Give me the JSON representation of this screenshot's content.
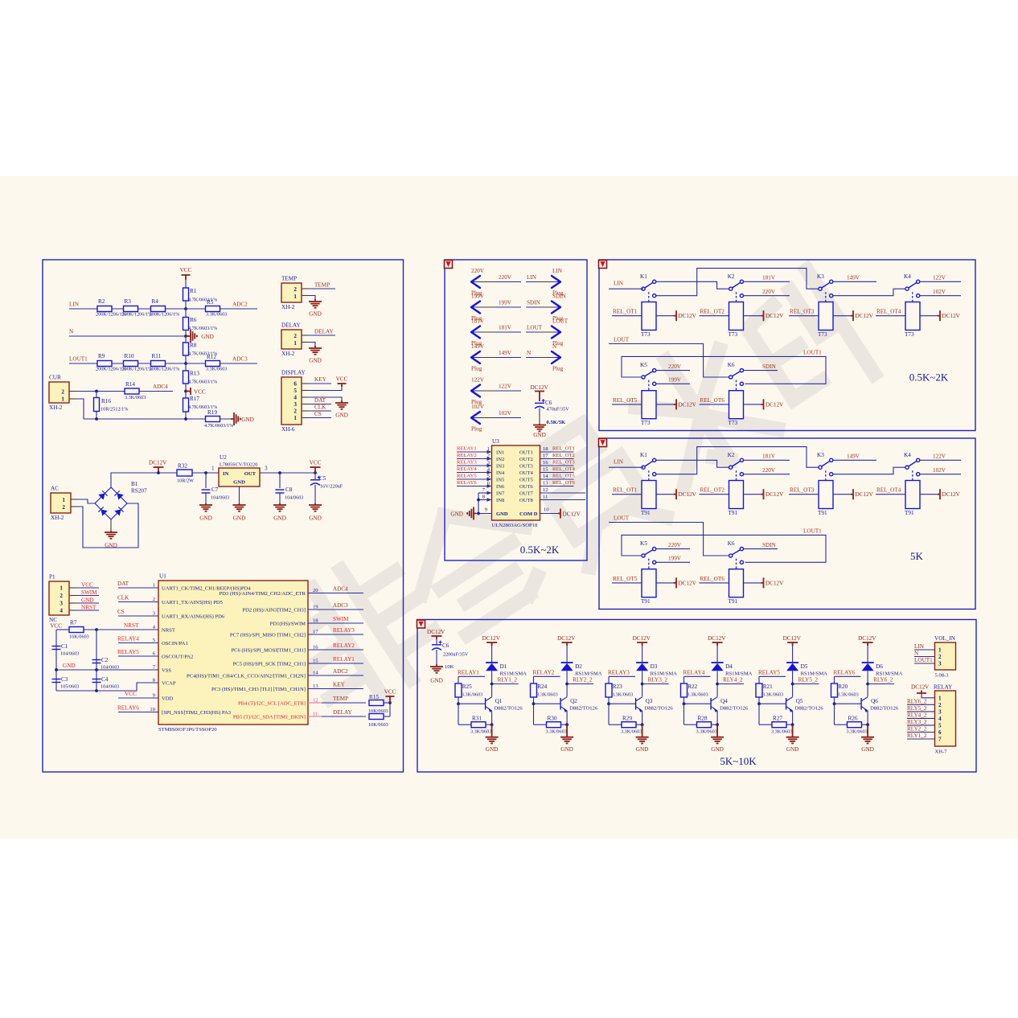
{
  "watermark": {
    "text": "非会员水印"
  },
  "shared": {
    "gnd": "GND",
    "vcc": "VCC",
    "dc12v": "DC12V",
    "plug": "Plug"
  },
  "main": {
    "ladder": {
      "r1": {
        "ref": "R1",
        "val": "4.7K/0603/1%"
      },
      "rows": [
        {
          "net": "LIN",
          "r_names": [
            "R2",
            "R3",
            "R4"
          ],
          "r_vals": [
            "200K/1206/1%",
            "200K/1206/1%",
            "200K/1206/1%"
          ],
          "out_ref": "R5",
          "out_val": "3.3K/0603",
          "out_net": "ADC2"
        },
        {
          "net": "N"
        },
        {
          "net": "LOUT1",
          "r_names": [
            "R9",
            "R10",
            "R11"
          ],
          "r_vals": [
            "200K/1206/1%",
            "200K/1206/1%",
            "200K/1206/1%"
          ],
          "out_ref": "R12",
          "out_val": "3.3K/0603",
          "out_net": "ADC3"
        }
      ],
      "vres": [
        {
          "ref": "R6",
          "val": "4.7K/0603/1%"
        },
        {
          "ref": "R8",
          "val": "4.7K/0603/1%"
        },
        {
          "ref": "R13",
          "val": "4.7K/0603/1%"
        },
        {
          "ref": "R17",
          "val": "4.7K/0603/1%"
        }
      ],
      "r14": {
        "ref": "R14",
        "val": "3.3K/0603",
        "net": "ADC4"
      },
      "r16": {
        "ref": "R16",
        "val": "10R/2512/1%"
      },
      "r19": {
        "ref": "R19",
        "val": "4.7K/0603/1%"
      }
    },
    "cur": {
      "title": "CUR",
      "sub": "XH-2",
      "pins": [
        "2",
        "1"
      ]
    },
    "temp": {
      "title": "TEMP",
      "sub": "XH-2",
      "pins": [
        "2",
        "1"
      ],
      "net": "TEMP"
    },
    "delay": {
      "title": "DELAY",
      "sub": "XH-2",
      "pins": [
        "2",
        "1"
      ],
      "net": "DELAY"
    },
    "display": {
      "title": "DISPLAY",
      "sub": "XH-6",
      "pins": [
        "6",
        "5",
        "4",
        "3",
        "2",
        "1"
      ],
      "nets": [
        "KEY",
        "DAT",
        "CLK",
        "CS"
      ]
    },
    "power": {
      "ac": {
        "title": "AC",
        "sub": "XH-2",
        "pins": [
          "1",
          "2"
        ]
      },
      "b1": {
        "ref": "B1",
        "val": "RS207"
      },
      "r32": {
        "ref": "R32",
        "val": "10R/2W"
      },
      "node1": "1",
      "c7": {
        "ref": "C7",
        "val": "104/0603"
      },
      "u2": {
        "ref": "U2",
        "val": "L7805SCV/TO220",
        "pin_in": "IN",
        "pin_out": "OUT",
        "pin_gnd": "GND"
      },
      "node3": "3",
      "c8": {
        "ref": "C8",
        "val": "104/0603"
      },
      "c5": {
        "ref": "C5",
        "val": "16V/220uF"
      }
    },
    "p1": {
      "title": "P1",
      "sub": "NC",
      "pins": [
        "1",
        "2",
        "3",
        "4"
      ],
      "nets": [
        "VCC",
        "SWIM",
        "GND",
        "NRST"
      ]
    },
    "rc": {
      "r7": {
        "ref": "R7",
        "val": "10K/0603"
      },
      "nrst": "NRST",
      "caps": [
        {
          "ref": "C1",
          "val": "104/0603"
        },
        {
          "ref": "C2",
          "val": "104/0603"
        },
        {
          "ref": "C3",
          "val": "105/0603"
        },
        {
          "ref": "C4",
          "val": "104/0603"
        }
      ],
      "gnd": "GND"
    },
    "u1": {
      "ref": "U1",
      "part": "STM8S003F3P6/TSSOP20",
      "left": [
        {
          "num": "1",
          "fn": "UART1_CK/TIM2_CH1/BEEP/(HS)PD4",
          "net": "DAT"
        },
        {
          "num": "2",
          "fn": "UART1_TX/AIN5(HS) PD5",
          "net": "CLK"
        },
        {
          "num": "3",
          "fn": "UART1_RX/AIN6/(HS) PD6",
          "net": "CS"
        },
        {
          "num": "4",
          "fn": "NRST"
        },
        {
          "num": "5",
          "fn": "OSCIN/PA1",
          "net": "RELAY4"
        },
        {
          "num": "6",
          "fn": "OSCOUT/PA2",
          "net": "RELAY5"
        },
        {
          "num": "7",
          "fn": "VSS"
        },
        {
          "num": "8",
          "fn": "VCAP"
        },
        {
          "num": "9",
          "fn": "VDD",
          "net": "VCC"
        },
        {
          "num": "10",
          "fn": "[SPI_NSS]TIM2_CH3(HS) PA3",
          "net": "RELAY6"
        }
      ],
      "right": [
        {
          "num": "20",
          "fn": "PD3 (HS)/AIN4/TIM2_CH2/ADC_ETR",
          "net": "ADC4"
        },
        {
          "num": "19",
          "fn": "PD2 (HS)/AIN3[TIM2_CH3]",
          "net": "ADC3"
        },
        {
          "num": "18",
          "fn": "PD1(HS)/SWIM",
          "net": "SWIM"
        },
        {
          "num": "17",
          "fn": "PC7 (HS)/SPI_MISO [TIM1_CH2]",
          "net": "RELAY3"
        },
        {
          "num": "16",
          "fn": "PC6 (HS)/SPI_MOSI[TIM1_CH1]",
          "net": "RELAY2"
        },
        {
          "num": "15",
          "fn": "PC5 (HS)/SPI_SCK [TIM2_CH1]",
          "net": "RELAY1"
        },
        {
          "num": "14",
          "fn": "PC4(HS)/TIM1_CH4/CLK_CCO/AIN2/[TIM1_CH2N]",
          "net": "ADC2"
        },
        {
          "num": "13",
          "fn": "PC3 (HS)/TIM1_CH3 [TLI] [TIM1_CH1N]",
          "net": "KEY"
        },
        {
          "num": "12",
          "fn": "PB4 (T)/I2C_SCL [ADC_ETR]",
          "net": "TEMP"
        },
        {
          "num": "11",
          "fn": "PB5 (T)/I2C_SDA [TIM1_BKIN]",
          "net": "DELAY"
        }
      ]
    },
    "pullups": {
      "r15": {
        "ref": "R15",
        "val": "10K/0603"
      },
      "r18": {
        "val": "10K/0603"
      }
    }
  },
  "signals": {
    "left_ports": [
      {
        "name": "220V",
        "wire_label": "220V"
      },
      {
        "name": "199V",
        "wire_label": "199V"
      },
      {
        "name": "181V",
        "wire_label": "181V"
      },
      {
        "name": "149V",
        "wire_label": "149V"
      },
      {
        "name": "122V",
        "wire_label": "122V"
      },
      {
        "name": "102V",
        "wire_label": "102V"
      }
    ],
    "right_ports": [
      {
        "name": "LIN",
        "wire_label": "LIN"
      },
      {
        "name": "SDIN",
        "wire_label": "SDIN"
      },
      {
        "name": "LOUT",
        "wire_label": "LOUT"
      },
      {
        "name": "N",
        "wire_label": "N"
      }
    ],
    "c6": {
      "ref": "C6",
      "val": "470uF/35V",
      "note": "0.5K/5K"
    },
    "u3": {
      "ref": "U3",
      "part": "ULN2803AG/SOP18",
      "ins": [
        {
          "fn": "IN1",
          "num": "1",
          "net": "RELAY1"
        },
        {
          "fn": "IN2",
          "num": "2",
          "net": "RELAY2"
        },
        {
          "fn": "IN3",
          "num": "3",
          "net": "RELAY3"
        },
        {
          "fn": "IN4",
          "num": "4",
          "net": "RELAY4"
        },
        {
          "fn": "IN5",
          "num": "5",
          "net": "RELAY5"
        },
        {
          "fn": "IN6",
          "num": "6",
          "net": "RELAY6"
        },
        {
          "fn": "IN7",
          "num": "7"
        },
        {
          "fn": "IN8",
          "num": "8"
        }
      ],
      "outs": [
        {
          "fn": "OUT1",
          "num": "18",
          "net": "REL_OT1"
        },
        {
          "fn": "OUT2",
          "num": "17",
          "net": "REL_OT2"
        },
        {
          "fn": "OUT3",
          "num": "16",
          "net": "REL_OT3"
        },
        {
          "fn": "OUT4",
          "num": "15",
          "net": "REL_OT4"
        },
        {
          "fn": "OUT5",
          "num": "14",
          "net": "REL_OT5"
        },
        {
          "fn": "OUT6",
          "num": "13",
          "net": "REL_OT6"
        },
        {
          "fn": "OUT7",
          "num": "12"
        },
        {
          "fn": "OUT8",
          "num": "11"
        }
      ],
      "gnd_num": "9",
      "gnd": "GND",
      "com": "COM D",
      "com_num": "10"
    },
    "title": "0.5K~2K"
  },
  "relay_blocks": [
    {
      "in1": "LIN",
      "k": [
        {
          "name": "K1"
        },
        {
          "name": "K2",
          "up": "181V",
          "dn": "220V"
        },
        {
          "name": "K3",
          "up": "149V"
        },
        {
          "name": "K4",
          "up": "122V",
          "dn": "102V"
        },
        {
          "name": "K5",
          "up": "220V",
          "dn": "199V"
        },
        {
          "name": "K6",
          "up": "SDIN"
        }
      ],
      "coil_nets": [
        "REL_OT1",
        "REL_OT2",
        "REL_OT3",
        "REL_OT4",
        "REL_OT5",
        "REL_OT6"
      ],
      "coil": "T73",
      "in2": "LOUT",
      "out": "LOUT1",
      "title": "0.5K~2K"
    },
    {
      "in1": "LIN",
      "k": [
        {
          "name": "K1"
        },
        {
          "name": "K2",
          "up": "181V",
          "dn": "220V"
        },
        {
          "name": "K3",
          "up": "149V"
        },
        {
          "name": "K4",
          "up": "122V",
          "dn": "102V"
        },
        {
          "name": "K5",
          "up": "220V",
          "dn": "199V"
        },
        {
          "name": "K6",
          "up": "SDIN"
        }
      ],
      "coil_nets": [
        "REL_OT1",
        "REL_OT2",
        "REL_OT3",
        "REL_OT4",
        "REL_OT5",
        "REL_OT6"
      ],
      "coil": "T91",
      "in2": "LOUT",
      "out": "LOUT1",
      "title": "5K"
    }
  ],
  "drivers": {
    "c6": {
      "ref": "C6",
      "val": "2200uF/35V",
      "note": "10K"
    },
    "rs1m": "RS1M/SMA",
    "d882": "D882/TO126",
    "rval": "3.3K/0603",
    "stages": [
      {
        "d": "D1",
        "out": "RLY1_2",
        "in": "RELAY1",
        "rb": "R25",
        "q": "Q1",
        "re": "R31"
      },
      {
        "d": "D2",
        "out": "RLY2_2",
        "in": "RELAY2",
        "rb": "R24",
        "q": "Q2",
        "re": "R30"
      },
      {
        "d": "D3",
        "out": "RLY3_2",
        "in": "RELAY3",
        "rb": "R23",
        "q": "Q3",
        "re": "R29"
      },
      {
        "d": "D4",
        "out": "RLY4_2",
        "in": "RELAY4",
        "rb": "R22",
        "q": "Q4",
        "re": "R28"
      },
      {
        "d": "D5",
        "out": "RLY5_2",
        "in": "RELAY5",
        "rb": "R21",
        "q": "Q5",
        "re": "R27"
      },
      {
        "d": "D6",
        "out": "RLY6_2",
        "in": "RELAY6",
        "rb": "R20",
        "q": "Q6",
        "re": "R26"
      }
    ],
    "vol_in": {
      "title": "VOL_IN",
      "sub": "5.08-3",
      "pins": [
        "1",
        "2",
        "3"
      ],
      "nets": [
        "LIN",
        "N",
        "LOUT1"
      ]
    },
    "relay_conn": {
      "title": "RELAY",
      "sub": "XH-7",
      "pins": [
        "1",
        "2",
        "3",
        "4",
        "5",
        "6",
        "7"
      ],
      "nets": [
        "RLY6_2",
        "RLY5_2",
        "RLY4_2",
        "RLY3_2",
        "RLY2_2",
        "RLY1_2"
      ]
    },
    "title": "5K~10K"
  }
}
